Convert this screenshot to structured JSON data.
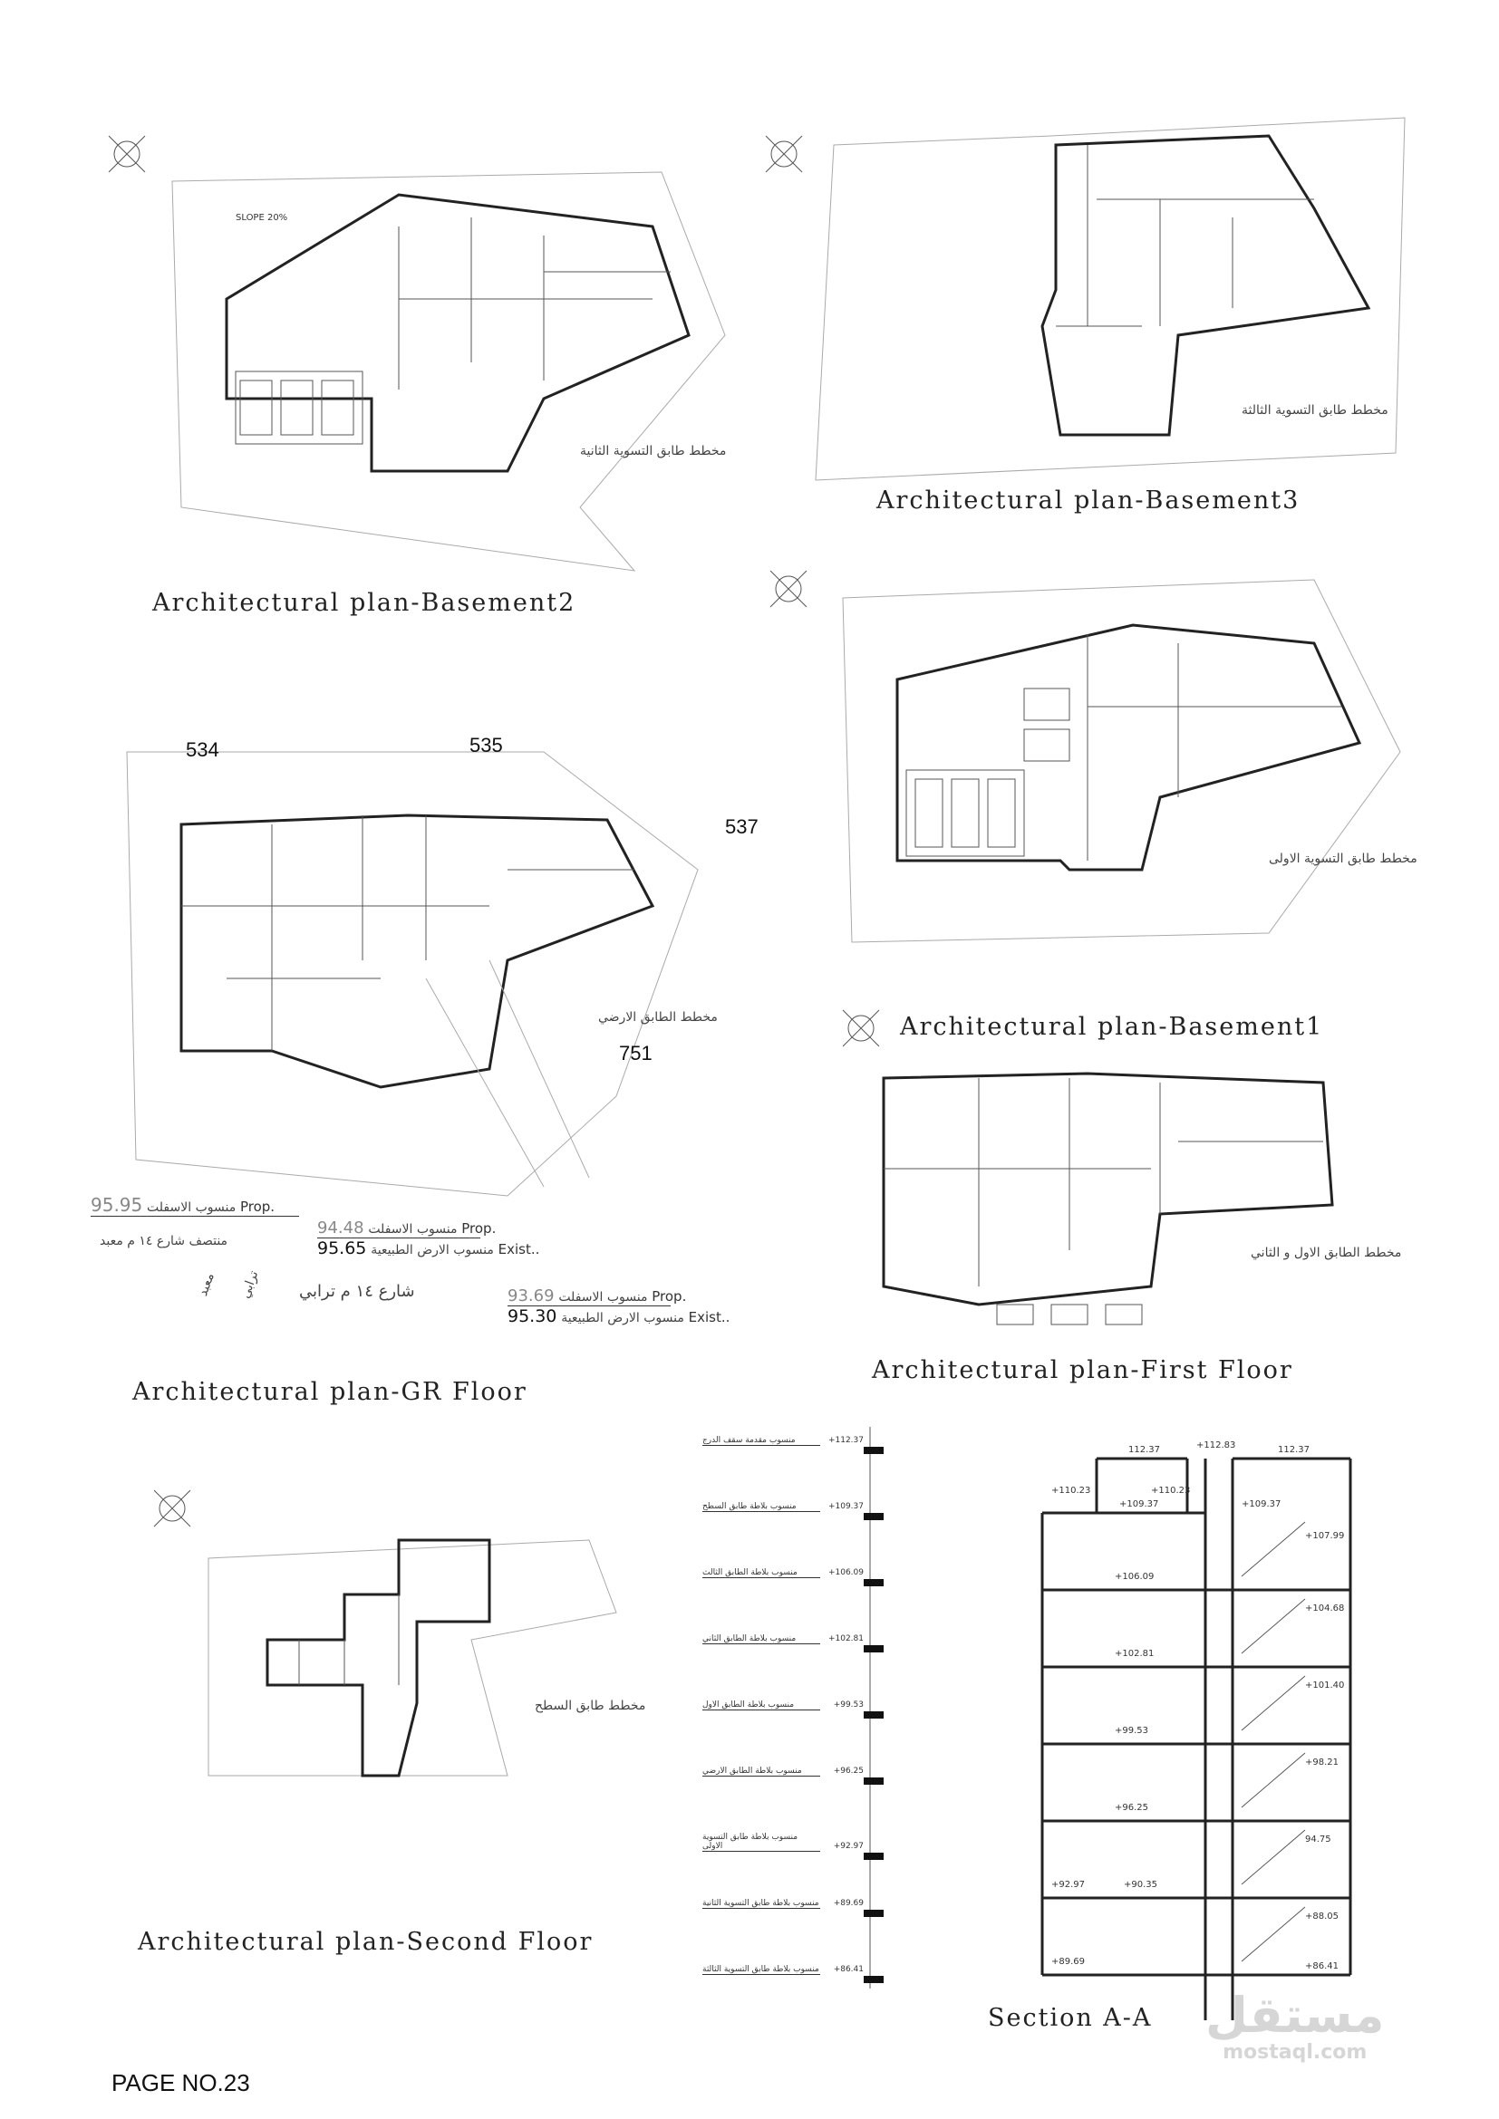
{
  "titles": {
    "basement2": "Architectural plan-Basement2",
    "basement3": "Architectural plan-Basement3",
    "basement1": "Architectural plan-Basement1",
    "gr_floor": "Architectural plan-GR Floor",
    "first_floor": "Architectural plan-First Floor",
    "second_floor": "Architectural plan-Second Floor",
    "section": "Section A-A"
  },
  "arabic_labels": {
    "basement2": "مخطط طابق التسوية الثانية",
    "basement3": "مخطط طابق التسوية الثالثة",
    "basement1": "مخطط طابق التسوية الاولى",
    "gr_floor": "مخطط الطابق الارضي",
    "first_floor": "مخطط الطابق الاول و الثاني",
    "second_floor": "مخطط طابق السطح"
  },
  "plot_numbers": {
    "n534": "534",
    "n535": "535",
    "n537": "537",
    "n751": "751"
  },
  "slope_label": "SLOPE 20%",
  "levels": [
    {
      "prop_label": "Prop.",
      "prop_value": "95.95",
      "prop_text": "منسوب الاسفلت",
      "note": "منتصف شارع ١٤ م معبد"
    },
    {
      "prop_label": "Prop.",
      "prop_value": "94.48",
      "prop_text": "منسوب الاسفلت",
      "exist_label": "Exist..",
      "exist_value": "95.65",
      "exist_text": "منسوب الارض الطبيعية"
    },
    {
      "prop_label": "Prop.",
      "prop_value": "93.69",
      "prop_text": "منسوب الاسفلت",
      "exist_label": "Exist..",
      "exist_value": "95.30",
      "exist_text": "منسوب الارض الطبيعية"
    }
  ],
  "street_notes": {
    "street": "شارع ١٤ م ترابي",
    "paved": "معبد",
    "dirt": "ترابي"
  },
  "elevation_scale": [
    {
      "label": "منسوب مقدمة سقف الدرج",
      "value": "+112.37"
    },
    {
      "label": "منسوب بلاطة طابق السطح",
      "value": "+109.37"
    },
    {
      "label": "منسوب بلاطة الطابق الثالث",
      "value": "+106.09"
    },
    {
      "label": "منسوب بلاطة الطابق الثاني",
      "value": "+102.81"
    },
    {
      "label": "منسوب بلاطة الطابق الاول",
      "value": "+99.53"
    },
    {
      "label": "منسوب بلاطة الطابق الارضي",
      "value": "+96.25"
    },
    {
      "label": "منسوب بلاطة طابق التسوية الاولى",
      "value": "+92.97"
    },
    {
      "label": "منسوب بلاطة طابق التسوية الثانية",
      "value": "+89.69"
    },
    {
      "label": "منسوب بلاطة طابق التسوية الثالثة",
      "value": "+86.41"
    }
  ],
  "section_levels": [
    "+112.83",
    "112.37",
    "112.37",
    "+110.23",
    "+110.23",
    "+109.37",
    "+109.37",
    "+107.99",
    "+106.09",
    "+104.68",
    "+102.81",
    "+101.40",
    "+99.53",
    "+98.21",
    "+96.25",
    "94.75",
    "+92.97",
    "+90.35",
    "+89.69",
    "+88.05",
    "+86.41"
  ],
  "page_number": "PAGE NO.23",
  "watermark": {
    "arabic": "مستقل",
    "latin": "mostaql.com"
  }
}
